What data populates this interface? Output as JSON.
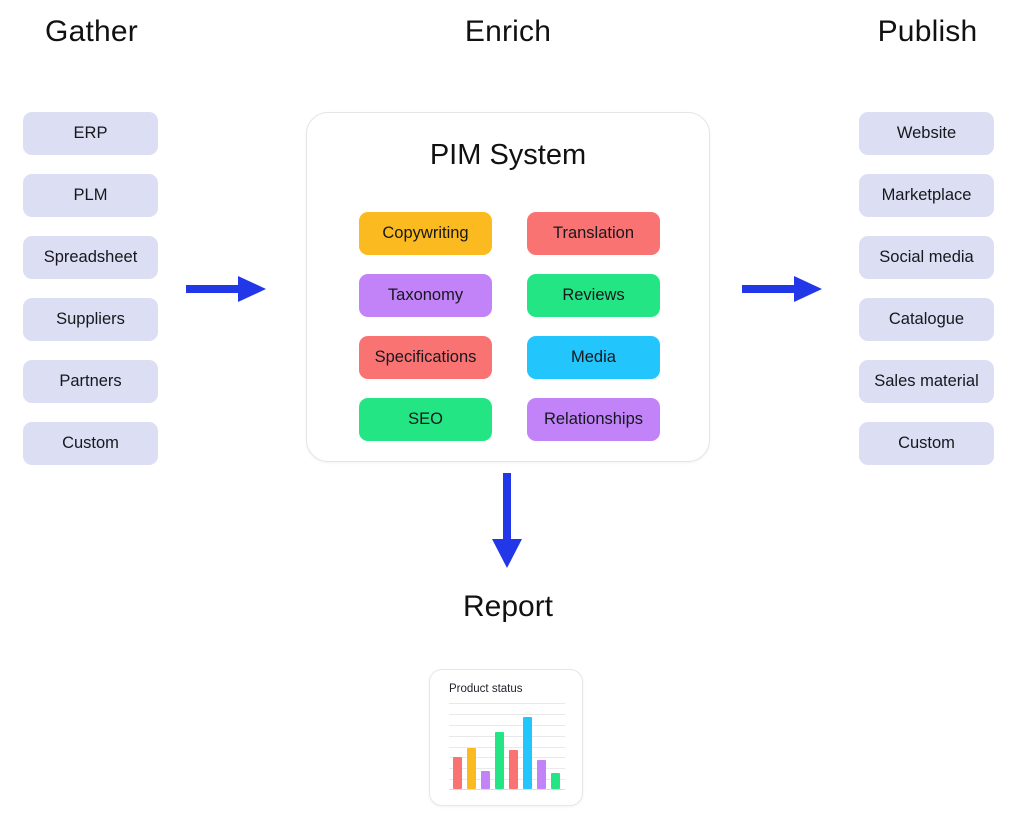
{
  "columns": {
    "gather": {
      "title": "Gather",
      "items": [
        {
          "label": "ERP"
        },
        {
          "label": "PLM"
        },
        {
          "label": "Spreadsheet"
        },
        {
          "label": "Suppliers"
        },
        {
          "label": "Partners"
        },
        {
          "label": "Custom"
        }
      ]
    },
    "enrich": {
      "title": "Enrich"
    },
    "publish": {
      "title": "Publish",
      "items": [
        {
          "label": "Website"
        },
        {
          "label": "Marketplace"
        },
        {
          "label": "Social media"
        },
        {
          "label": "Catalogue"
        },
        {
          "label": "Sales material"
        },
        {
          "label": "Custom"
        }
      ]
    }
  },
  "pim": {
    "heading": "PIM System",
    "capabilities": [
      {
        "label": "Copywriting",
        "color": "#FBBA1F"
      },
      {
        "label": "Translation",
        "color": "#FA7373"
      },
      {
        "label": "Taxonomy",
        "color": "#C183F7"
      },
      {
        "label": "Reviews",
        "color": "#24E584"
      },
      {
        "label": "Specifications",
        "color": "#FA7373"
      },
      {
        "label": "Media",
        "color": "#22C5FC"
      },
      {
        "label": "SEO",
        "color": "#24E584"
      },
      {
        "label": "Relationships",
        "color": "#C183F7"
      }
    ]
  },
  "report": {
    "title": "Report",
    "card_label": "Product status"
  },
  "arrows": {
    "color": "#2238E8",
    "gather_to_enrich": "arrow-right-icon",
    "enrich_to_publish": "arrow-right-icon",
    "enrich_to_report": "arrow-down-icon"
  },
  "theme": {
    "source_chip_color": "#DCDEF3",
    "background": "#FFFFFF",
    "text_color": "#111111",
    "panel_border": "#E4E4E7"
  },
  "chart_data": {
    "type": "bar",
    "title": "Product status",
    "xlabel": "",
    "ylabel": "",
    "ylim": [
      0,
      100
    ],
    "grid": true,
    "gridline_count": 8,
    "legend": "none",
    "categories": [
      "1",
      "2",
      "3",
      "4",
      "5",
      "6",
      "7",
      "8"
    ],
    "values": [
      40,
      52,
      22,
      72,
      50,
      92,
      37,
      20
    ],
    "colors": [
      "#FA7373",
      "#FBBA1F",
      "#C183F7",
      "#24E584",
      "#FA7373",
      "#22C5FC",
      "#C183F7",
      "#24E584"
    ]
  }
}
